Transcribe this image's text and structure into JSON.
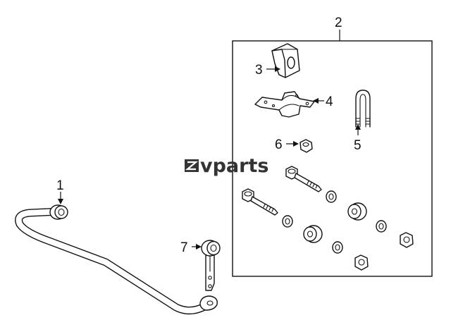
{
  "diagram": {
    "callouts": {
      "c1": "1",
      "c2": "2",
      "c3": "3",
      "c4": "4",
      "c5": "5",
      "c6": "6",
      "c7": "7"
    },
    "watermark": {
      "logo_mark": "Z",
      "text": "vparts",
      "full": "ZVparts"
    }
  }
}
